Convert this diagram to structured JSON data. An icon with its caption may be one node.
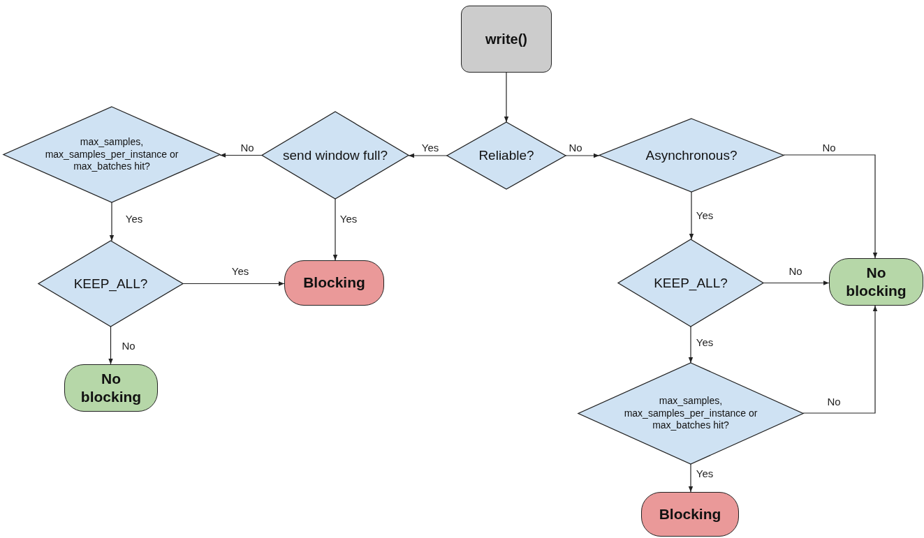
{
  "diagram": {
    "nodes": [
      {
        "text": [
          "write()"
        ]
      },
      {
        "text": [
          "Reliable?"
        ]
      },
      {
        "text": [
          "send window full?"
        ]
      },
      {
        "text": [
          "max_samples, max_samples_per_instance or max_batches hit?"
        ]
      },
      {
        "text": [
          "KEEP_ALL?"
        ]
      },
      {
        "text": [
          "Blocking"
        ]
      },
      {
        "text": [
          "No blocking"
        ]
      },
      {
        "text": [
          "Asynchronous?"
        ]
      },
      {
        "text": [
          "KEEP_ALL?"
        ]
      },
      {
        "text": [
          "No blocking"
        ]
      },
      {
        "text": [
          "max_samples, max_samples_per_instance or max_batches hit?"
        ]
      },
      {
        "text": [
          "Blocking"
        ]
      }
    ],
    "edges": [
      {
        "from": 0,
        "to": 1,
        "arrow": "to"
      },
      {
        "from": 1,
        "to": 2,
        "arrow": "to",
        "label": "Yes"
      },
      {
        "from": 1,
        "to": 7,
        "arrow": "to",
        "label": "No"
      },
      {
        "from": 2,
        "to": 3,
        "arrow": "to",
        "label": "No"
      },
      {
        "from": 2,
        "to": 5,
        "arrow": "to",
        "label": "Yes"
      },
      {
        "from": 3,
        "to": 4,
        "arrow": "to",
        "label": "Yes"
      },
      {
        "from": 4,
        "to": 5,
        "arrow": "to",
        "label": "Yes"
      },
      {
        "from": 4,
        "to": 6,
        "arrow": "to",
        "label": "No"
      },
      {
        "from": 7,
        "to": 9,
        "arrow": "to",
        "label": "No"
      },
      {
        "from": 7,
        "to": 8,
        "arrow": "to",
        "label": "Yes"
      },
      {
        "from": 8,
        "to": 9,
        "arrow": "to",
        "label": "No"
      },
      {
        "from": 8,
        "to": 10,
        "arrow": "to",
        "label": "Yes"
      },
      {
        "from": 10,
        "to": 9,
        "arrow": "to",
        "label": "No"
      },
      {
        "from": 10,
        "to": 11,
        "arrow": "to",
        "label": "Yes"
      }
    ]
  }
}
